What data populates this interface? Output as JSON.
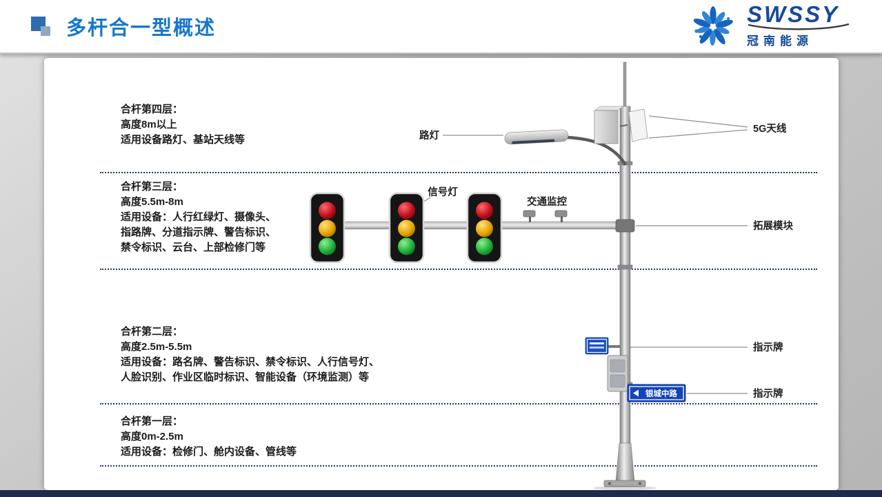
{
  "header": {
    "title": "多杆合一型概述",
    "logo": {
      "brand": "SWSSY",
      "company": "冠南能源"
    }
  },
  "layers": [
    {
      "title": "合杆第四层：",
      "lines": [
        "高度8m以上",
        "适用设备路灯、基站天线等"
      ]
    },
    {
      "title": "合杆第三层：",
      "lines": [
        "高度5.5m-8m",
        "适用设备：人行红绿灯、摄像头、",
        "指路牌、分道指示牌、警告标识、",
        "禁令标识、云台、上部检修门等"
      ]
    },
    {
      "title": "合杆第二层：",
      "lines": [
        "高度2.5m-5.5m",
        "适用设备：路名牌、警告标识、禁令标识、人行信号灯、",
        "人脸识别、作业区临时标识、智能设备（环境监测）等"
      ]
    },
    {
      "title": "合杆第一层：",
      "lines": [
        "高度0m-2.5m",
        "适用设备：检修门、舱内设备、管线等"
      ]
    }
  ],
  "diagram": {
    "labels": {
      "street_lamp": "路灯",
      "signal_light": "信号灯",
      "traffic_monitor": "交通监控",
      "antenna_5g": "5G天线",
      "expansion_module": "拓展模块",
      "sign_upper": "指示牌",
      "sign_lower": "指示牌",
      "road_sign": "银城中路"
    },
    "colors": {
      "divider_navy": "#23356d",
      "sign_blue": "#1244bd",
      "title_blue": "#1777d2",
      "logo_blue": "#164a9b",
      "traffic_red": "#c00f1e",
      "traffic_yellow": "#e5a400",
      "traffic_green": "#1fae3a"
    }
  }
}
